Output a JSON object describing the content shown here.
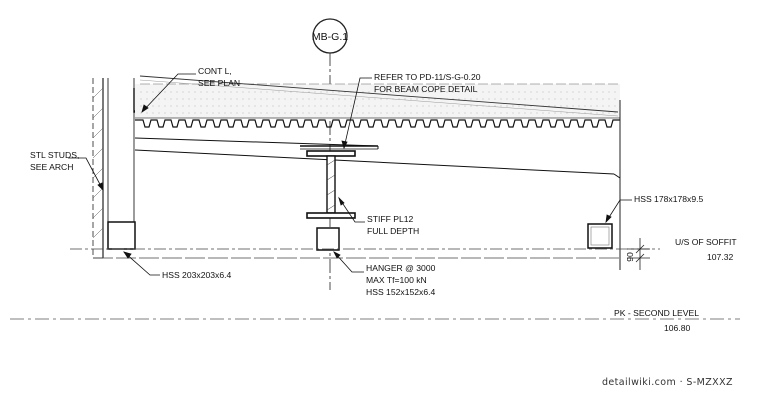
{
  "grid_tag": "MB-G.1",
  "callouts": {
    "cont_l": [
      "CONT L,",
      "SEE PLAN"
    ],
    "refer": [
      "REFER TO PD-11/S-G-0.20",
      "FOR BEAM COPE DETAIL"
    ],
    "stl_studs": [
      "STL STUDS,",
      "SEE ARCH"
    ],
    "hss_right": "HSS 178x178x9.5",
    "stiff": [
      "STIFF PL12",
      "FULL DEPTH"
    ],
    "hss_left": "HSS 203x203x6.4",
    "hanger": [
      "HANGER @ 3000",
      "MAX Tf=100 kN",
      "HSS 152x152x6.4"
    ]
  },
  "levels": {
    "soffit_name": "U/S OF SOFFIT",
    "soffit_elev": "107.32",
    "second_name": "PK - SECOND LEVEL",
    "second_elev": "106.80"
  },
  "dimension": "90",
  "watermark": "detailwiki.com · S-MZXXZ"
}
